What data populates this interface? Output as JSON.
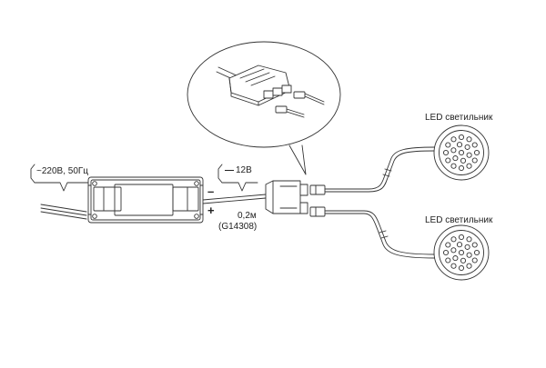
{
  "diagram": {
    "input_label": "~220В, 50Гц",
    "output_voltage_label": "12В",
    "minus_sign": "–",
    "plus_sign": "+",
    "cable_length": "0,2м",
    "cable_code": "(G14308)",
    "lamp_top_label": "LED светильник",
    "lamp_bottom_label": "LED светильник"
  },
  "colors": {
    "line": "#333333",
    "fill": "#ffffff"
  }
}
